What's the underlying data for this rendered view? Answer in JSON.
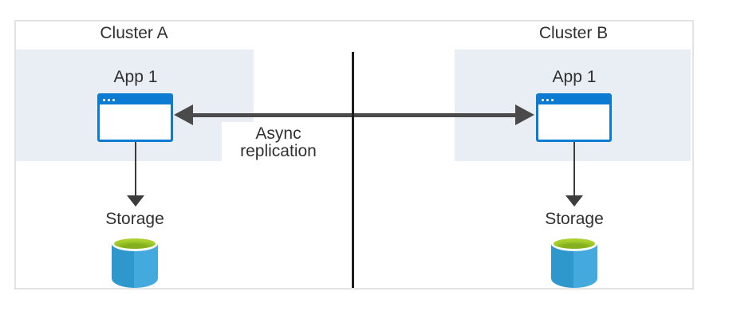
{
  "colors": {
    "text": "#303030",
    "figure_border": "#e3e3e3",
    "cluster_bg": "#e9edf4",
    "app_blue": "#0e7bd2",
    "arrow_gray": "#4a4a4a",
    "line_gray": "#3c3c3c",
    "divider_black": "#1c1c1c",
    "storage_blue": "#44aadd",
    "storage_blue_dark": "#2e98cc",
    "storage_top_lime": "#a8d02d",
    "storage_top_lime_dark": "#84b01d"
  },
  "clusters": [
    {
      "title": "Cluster A",
      "app": {
        "label": "App 1",
        "icon": "app-window-icon"
      },
      "storage": {
        "label": "Storage",
        "icon": "storage-cylinder-icon"
      }
    },
    {
      "title": "Cluster B",
      "app": {
        "label": "App 1",
        "icon": "app-window-icon"
      },
      "storage": {
        "label": "Storage",
        "icon": "storage-cylinder-icon"
      }
    }
  ],
  "connection": {
    "type": "bidirectional-arrow",
    "label_lines": [
      "Async",
      "replication"
    ]
  }
}
